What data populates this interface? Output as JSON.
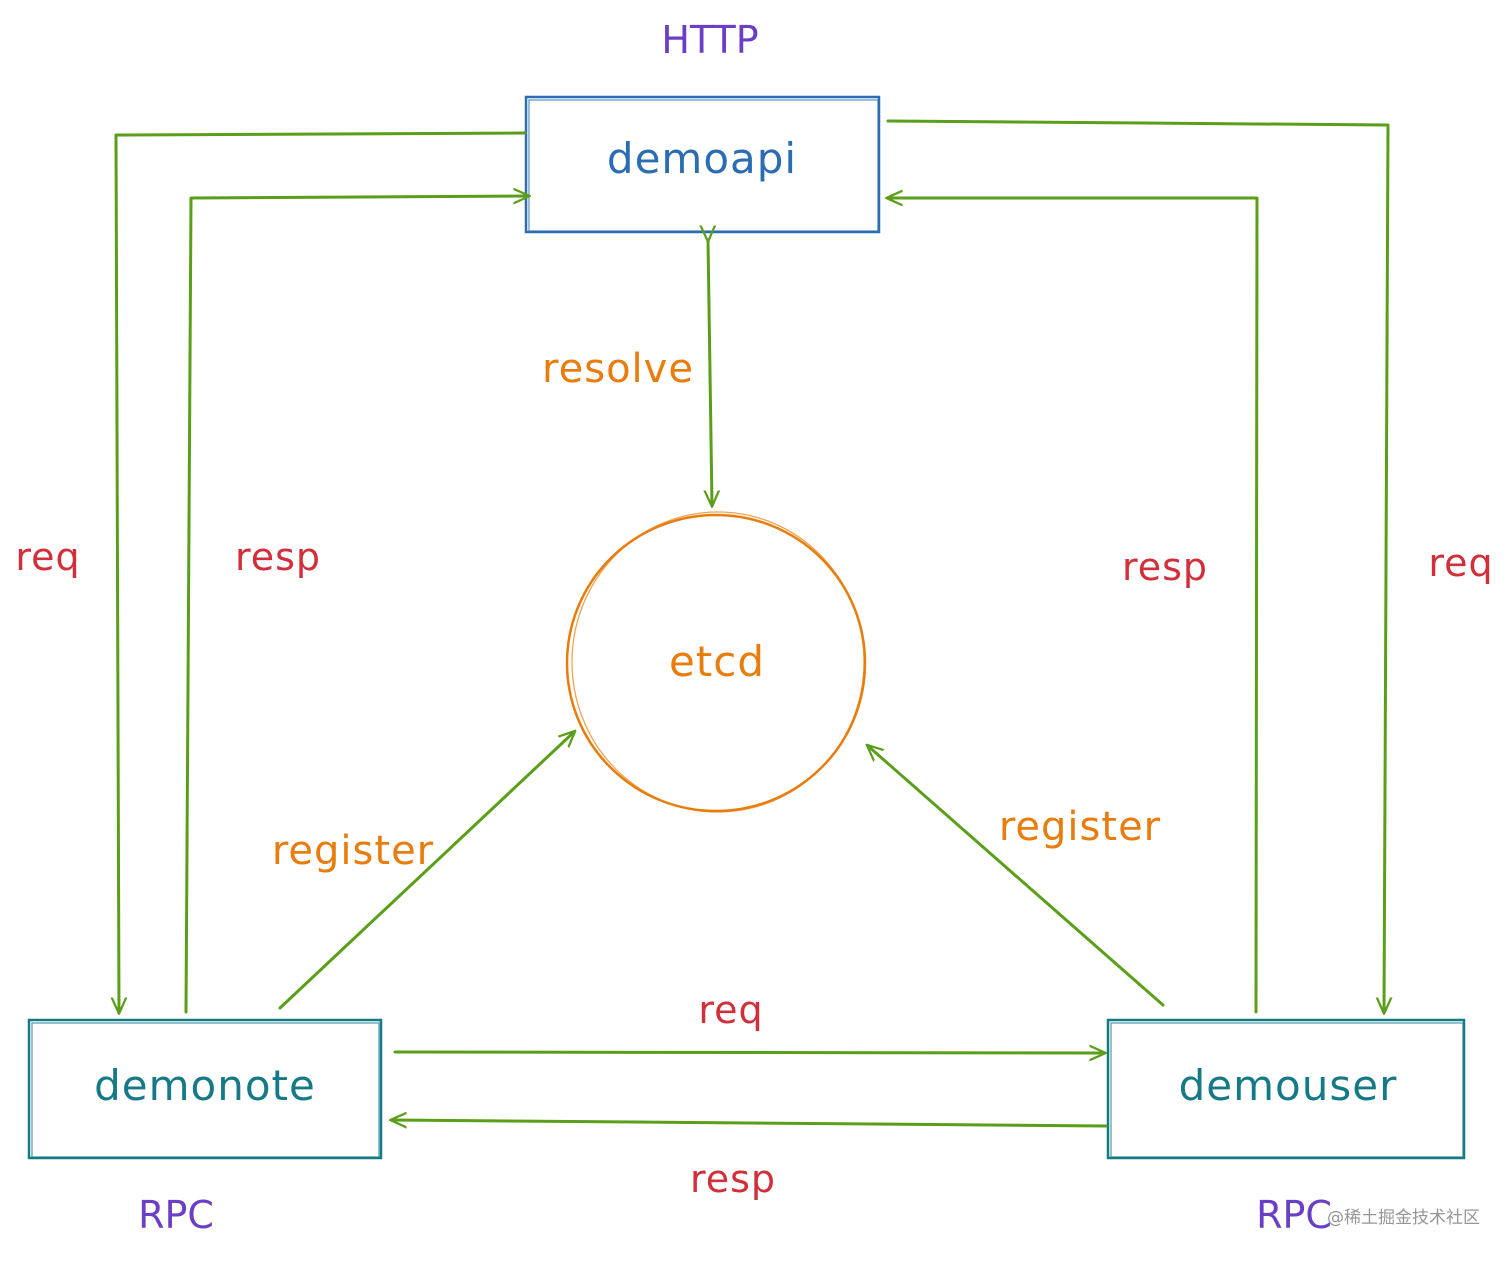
{
  "protocols": {
    "top": "HTTP",
    "bottom_left": "RPC",
    "bottom_right": "RPC"
  },
  "nodes": {
    "demoapi": "demoapi",
    "etcd": "etcd",
    "demonote": "demonote",
    "demouser": "demouser"
  },
  "edges": {
    "resolve": "resolve",
    "left_req": "req",
    "left_resp": "resp",
    "right_resp": "resp",
    "right_req": "req",
    "register_left": "register",
    "register_right": "register",
    "bottom_req": "req",
    "bottom_resp": "resp"
  },
  "watermark": "@稀土掘金技术社区",
  "colors": {
    "api_box": "#2a6db2",
    "service_box": "#157a86",
    "etcd": "#e87d0d",
    "arrow": "#5a9e1a",
    "req_resp": "#d12f3a",
    "register_resolve": "#e87d0d",
    "protocol": "#6a3fc5"
  }
}
